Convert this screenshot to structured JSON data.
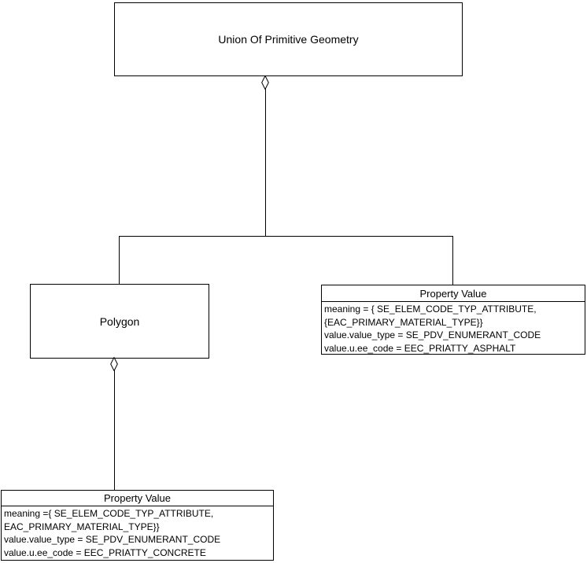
{
  "diagram": {
    "bg_color": "#ffffff",
    "line_color": "#000000",
    "nodes": {
      "union": {
        "title": "Union Of Primitive Geometry"
      },
      "polygon": {
        "title": "Polygon"
      },
      "pv_right": {
        "title": "Property Value",
        "attributes": [
          "meaning = { SE_ELEM_CODE_TYP_ATTRIBUTE,",
          "{EAC_PRIMARY_MATERIAL_TYPE}}",
          "value.value_type = SE_PDV_ENUMERANT_CODE",
          "value.u.ee_code = EEC_PRIATTY_ASPHALT"
        ]
      },
      "pv_bottom": {
        "title": "Property Value",
        "attributes": [
          "meaning ={ SE_ELEM_CODE_TYP_ATTRIBUTE,",
          "EAC_PRIMARY_MATERIAL_TYPE}}",
          "value.value_type = SE_PDV_ENUMERANT_CODE",
          "value.u.ee_code = EEC_PRIATTY_CONCRETE"
        ]
      }
    },
    "icons": {
      "aggregation_marker": "open-diamond"
    }
  }
}
